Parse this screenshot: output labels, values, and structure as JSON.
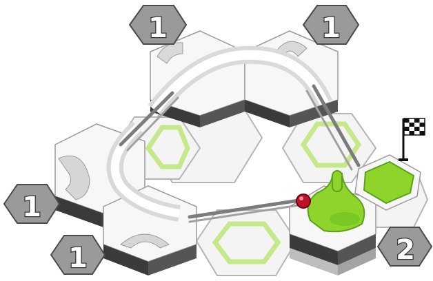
{
  "scene": {
    "colors": {
      "badge_fill": "#9a9a9a",
      "badge_stroke": "#4a4a4a",
      "tile_white": "#f7f7f7",
      "tile_shadow": "#d4d4d4",
      "tile_dark": "#3a3a3a",
      "base_grey": "#d0d0d0",
      "accent_green": "#8fd42a",
      "accent_green_dark": "#5aa11c",
      "rail_grey": "#7c7c7c",
      "ball_red": "#c0122b",
      "flag_black": "#111111"
    },
    "badges": [
      {
        "id": "top-left",
        "value": "1"
      },
      {
        "id": "top-right",
        "value": "1"
      },
      {
        "id": "left",
        "value": "1"
      },
      {
        "id": "bottom-left",
        "value": "1"
      },
      {
        "id": "bottom-right",
        "value": "2"
      }
    ],
    "icons": [
      "checkered-flag-icon",
      "marble-icon",
      "volcano-icon",
      "track-rail-icon"
    ]
  }
}
